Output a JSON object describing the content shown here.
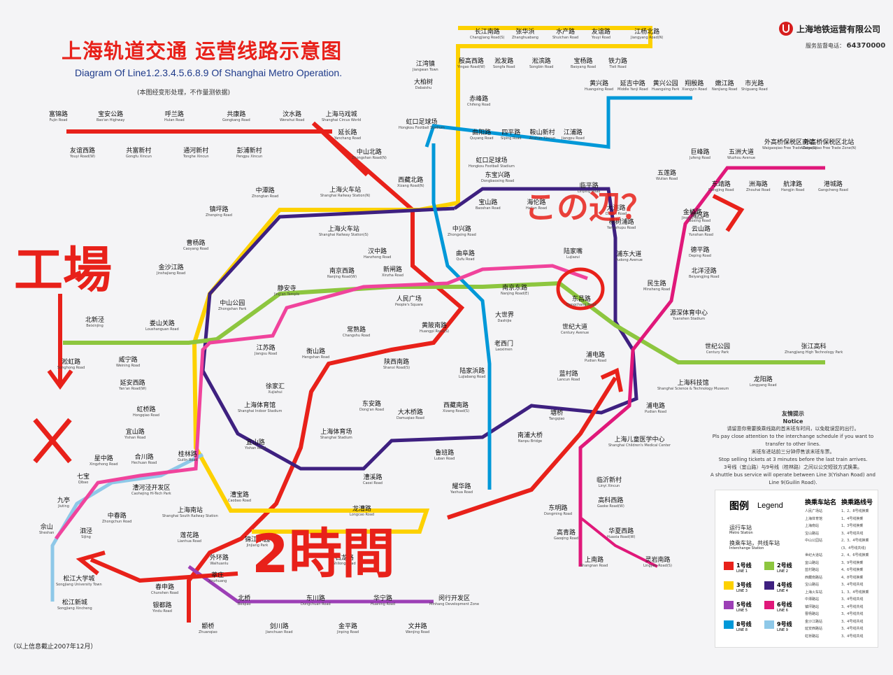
{
  "title_cn": "上海轨道交通 运营线路示意图",
  "title_en": "Diagram Of  Line1.2.3.4.5.6.8.9 Of Shanghai Metro Operation.",
  "note": "(本图经变形处理，不作量测依据)",
  "footnote": "（以上信息截止2007年12月）",
  "company": "上海地铁运营有限公司",
  "hotline_label": "服务监督电话：",
  "hotline": "64370000",
  "notice": {
    "title_cn": "友情提示",
    "title_en": "Notice",
    "line1": "请留意你需要换乘线路的首末班车时间，以免耽误您的出行。",
    "line2": "Pls pay close attention to the interchange schedule if you want to transfer to other lines.",
    "line3": "末班车进站前三分钟停售该末班车票。",
    "line4": "Stop selling tickets at 3 minutes before the last train arrives.",
    "line5": "3号线（宜山路）与9号线（桂林路）之间以公交短驳方式换乘。",
    "line6": "A shuttle bus service will operate between Line 3(Yishan Road) and Line 9(Guilin Road)."
  },
  "legend": {
    "title": "图例",
    "title_en": "Legend",
    "station_cn": "运行车站",
    "station_en": "Metro Station",
    "interchange_cn": "换乘车站，共线车站",
    "interchange_en": "Interchange Station",
    "lines": [
      {
        "cn": "1号线",
        "en": "LINE 1",
        "color": "#e8211a"
      },
      {
        "cn": "2号线",
        "en": "LINE 2",
        "color": "#8dc63f"
      },
      {
        "cn": "3号线",
        "en": "LINE 3",
        "color": "#fdd100"
      },
      {
        "cn": "4号线",
        "en": "LINE 4",
        "color": "#3e2080"
      },
      {
        "cn": "5号线",
        "en": "LINE 5",
        "color": "#9c3fb6"
      },
      {
        "cn": "6号线",
        "en": "LINE 6",
        "color": "#e0187a"
      },
      {
        "cn": "8号线",
        "en": "LINE 8",
        "color": "#0098d8"
      },
      {
        "cn": "9号线",
        "en": "LINE 9",
        "color": "#8ec8e8"
      }
    ],
    "xfer_head_station": "换乘车站名",
    "xfer_head_lines": "换乘路线号",
    "xfer_rows": [
      {
        "s": "人民广场站",
        "l": "1、2、8号线换乘"
      },
      {
        "s": "上海体育馆",
        "l": "1、4号线换乘"
      },
      {
        "s": "上海南站",
        "l": "1、3号线换乘"
      },
      {
        "s": "宝山路站",
        "l": "3、4号线共线"
      },
      {
        "s": "中山公园站",
        "l": "2、3、4号线换乘"
      },
      {
        "s": "",
        "l": "(3、4号线共线)"
      },
      {
        "s": "世纪大道站",
        "l": "2、4、6号线换乘"
      },
      {
        "s": "宜山路站",
        "l": "3、9号线换乘"
      },
      {
        "s": "蓝村路站",
        "l": "4、6号线换乘"
      },
      {
        "s": "西藏南路站",
        "l": "4、8号线换乘"
      },
      {
        "s": "宝山路站",
        "l": "3、4号线共线"
      },
      {
        "s": "上海火车站",
        "l": "1、3、4号线换乘"
      },
      {
        "s": "中潭路站",
        "l": "3、4号线共线"
      },
      {
        "s": "镇坪路站",
        "l": "3、4号线共线"
      },
      {
        "s": "曹杨路站",
        "l": "3、4号线共线"
      },
      {
        "s": "金沙江路站",
        "l": "3、4号线共线"
      },
      {
        "s": "延安西路站",
        "l": "3、4号线共线"
      },
      {
        "s": "虹桥路站",
        "l": "3、4号线共线"
      }
    ]
  },
  "stations": [
    {
      "cn": "富锦路",
      "en": "Fujin Road"
    },
    {
      "cn": "宝安公路",
      "en": "Bao'an Highway"
    },
    {
      "cn": "呼兰路",
      "en": "Hulan Road"
    },
    {
      "cn": "共康路",
      "en": "Gongkang Road"
    },
    {
      "cn": "汶水路",
      "en": "Wenshui Road"
    },
    {
      "cn": "上海马戏城",
      "en": "Shanghai Circus World"
    },
    {
      "cn": "友谊西路",
      "en": "Youyi Road(W)"
    },
    {
      "cn": "共富新村",
      "en": "Gongfu Xincun"
    },
    {
      "cn": "通河新村",
      "en": "Tonghe Xincun"
    },
    {
      "cn": "彭浦新村",
      "en": "Pengpu Xincun"
    },
    {
      "cn": "延长路",
      "en": "Yanchang Road"
    },
    {
      "cn": "中山北路",
      "en": "Zhongshan Road(N)"
    },
    {
      "cn": "长江南路",
      "en": "Changjiang Road(S)"
    },
    {
      "cn": "张华浜",
      "en": "Zhanghuabang"
    },
    {
      "cn": "水产路",
      "en": "Shuichan Road"
    },
    {
      "cn": "友谊路",
      "en": "Youyi Road"
    },
    {
      "cn": "江杨北路",
      "en": "Jiangyang Road(N)"
    },
    {
      "cn": "殷高西路",
      "en": "Yingao Road(W)"
    },
    {
      "cn": "淞发路",
      "en": "Songfa Road"
    },
    {
      "cn": "淞滨路",
      "en": "Songbin Road"
    },
    {
      "cn": "宝杨路",
      "en": "Baoyang Road"
    },
    {
      "cn": "铁力路",
      "en": "Tieli Road"
    },
    {
      "cn": "江湾镇",
      "en": "Jiangwan Town"
    },
    {
      "cn": "大柏树",
      "en": "Dabaishu"
    },
    {
      "cn": "赤峰路",
      "en": "Chifeng Road"
    },
    {
      "cn": "黄兴路",
      "en": "Huangxing Road"
    },
    {
      "cn": "延吉中路",
      "en": "Middle Yanji Road"
    },
    {
      "cn": "黄兴公园",
      "en": "Huangxing Park"
    },
    {
      "cn": "翔殷路",
      "en": "Xiangyin Road"
    },
    {
      "cn": "嫩江路",
      "en": "Nenjiang Road"
    },
    {
      "cn": "市光路",
      "en": "Shiguang Road"
    },
    {
      "cn": "虹口足球场",
      "en": "Hongkou Football Stadium"
    },
    {
      "cn": "曲阳路",
      "en": "Quyang Road"
    },
    {
      "cn": "四平路",
      "en": "Siping Road"
    },
    {
      "cn": "鞍山新村",
      "en": "Anshan Xincun"
    },
    {
      "cn": "江浦路",
      "en": "Jiangpu Road"
    },
    {
      "cn": "虹口足球场",
      "en": "Hongkou Football Stadium"
    },
    {
      "cn": "东宝兴路",
      "en": "Dongbaoxing Road"
    },
    {
      "cn": "西藏北路",
      "en": "Xizang Road(N)"
    },
    {
      "cn": "宝山路",
      "en": "Baoshan Road"
    },
    {
      "cn": "海伦路",
      "en": "Hailun Road"
    },
    {
      "cn": "临平路",
      "en": "Linping Road"
    },
    {
      "cn": "大连路",
      "en": "Dalian Road"
    },
    {
      "cn": "杨树浦路",
      "en": "Yangshupu Road"
    },
    {
      "cn": "浦东大道",
      "en": "Pudong Avenue"
    },
    {
      "cn": "巨峰路",
      "en": "Jufeng Road"
    },
    {
      "cn": "五洲大道",
      "en": "Wuzhou Avenue"
    },
    {
      "cn": "外高桥保税区南站",
      "en": "Waigaoqiao Free Trade Zone(S)"
    },
    {
      "cn": "外高桥保税区北站",
      "en": "Waigaoqiao Free Trade Zone(N)"
    },
    {
      "cn": "五莲路",
      "en": "Wulian Road"
    },
    {
      "cn": "东靖路",
      "en": "Dongjing Road"
    },
    {
      "cn": "洲海路",
      "en": "Zhouhai Road"
    },
    {
      "cn": "航津路",
      "en": "Hangjin Road"
    },
    {
      "cn": "港城路",
      "en": "Gangcheng Road"
    },
    {
      "cn": "博兴路",
      "en": "Boxing Road"
    },
    {
      "cn": "金桥路",
      "en": "Jinqiao Road"
    },
    {
      "cn": "云山路",
      "en": "Yunshan Road"
    },
    {
      "cn": "德平路",
      "en": "Deping Road"
    },
    {
      "cn": "北洋泾路",
      "en": "Beiyangjing Road"
    },
    {
      "cn": "民生路",
      "en": "Minsheng Road"
    },
    {
      "cn": "源深体育中心",
      "en": "Yuanshen Stadium"
    },
    {
      "cn": "中潭路",
      "en": "Zhongtan Road"
    },
    {
      "cn": "镇坪路",
      "en": "Zhenping Road"
    },
    {
      "cn": "曹杨路",
      "en": "Caoyang Road"
    },
    {
      "cn": "金沙江路",
      "en": "Jinshajiang Road"
    },
    {
      "cn": "中山公园",
      "en": "Zhongshan Park"
    },
    {
      "cn": "上海火车站",
      "en": "Shanghai Railway Station(N)"
    },
    {
      "cn": "上海火车站",
      "en": "Shanghai Railway Station(S)"
    },
    {
      "cn": "中兴路",
      "en": "Zhongxing Road"
    },
    {
      "cn": "曲阜路",
      "en": "Qufu Road"
    },
    {
      "cn": "汉中路",
      "en": "Hanzhong Road"
    },
    {
      "cn": "新闸路",
      "en": "Xinzha Road"
    },
    {
      "cn": "北新泾",
      "en": "Beixinjing"
    },
    {
      "cn": "娄山关路",
      "en": "Loushanguan Road"
    },
    {
      "cn": "淞虹路",
      "en": "Songhong Road"
    },
    {
      "cn": "威宁路",
      "en": "Weining Road"
    },
    {
      "cn": "江苏路",
      "en": "Jiangsu Road"
    },
    {
      "cn": "静安寺",
      "en": "Jing'an Temple"
    },
    {
      "cn": "南京西路",
      "en": "Nanjing Road(W)"
    },
    {
      "cn": "人民广场",
      "en": "People's Square"
    },
    {
      "cn": "南京东路",
      "en": "Nanjing Road(E)"
    },
    {
      "cn": "陆家嘴",
      "en": "Lujiazui"
    },
    {
      "cn": "东昌路",
      "en": "Dongchang Road"
    },
    {
      "cn": "世纪大道",
      "en": "Century Avenue"
    },
    {
      "cn": "上海科技馆",
      "en": "Shanghai Science & Technology Museum"
    },
    {
      "cn": "世纪公园",
      "en": "Century Park"
    },
    {
      "cn": "龙阳路",
      "en": "Longyang Road"
    },
    {
      "cn": "张江高科",
      "en": "Zhangjiang High Technology Park"
    },
    {
      "cn": "延安西路",
      "en": "Yan'an Road(W)"
    },
    {
      "cn": "虹桥路",
      "en": "Hongqiao Road"
    },
    {
      "cn": "宜山路",
      "en": "Yishan Road"
    },
    {
      "cn": "常熟路",
      "en": "Changshu Road"
    },
    {
      "cn": "黄陂南路",
      "en": "Huangpi Road(S)"
    },
    {
      "cn": "陕西南路",
      "en": "Shanxi Road(S)"
    },
    {
      "cn": "衡山路",
      "en": "Hengshan Road"
    },
    {
      "cn": "徐家汇",
      "en": "Xujiahui"
    },
    {
      "cn": "大世界",
      "en": "Dashijie"
    },
    {
      "cn": "老西门",
      "en": "Laoximen"
    },
    {
      "cn": "陆家浜路",
      "en": "Lujiabang Road"
    },
    {
      "cn": "西藏南路",
      "en": "Xizang Road(S)"
    },
    {
      "cn": "浦电路",
      "en": "Pudian Road"
    },
    {
      "cn": "蓝村路",
      "en": "Lancun Road"
    },
    {
      "cn": "塘桥",
      "en": "Tangqiao"
    },
    {
      "cn": "南浦大桥",
      "en": "Nanpu Bridge"
    },
    {
      "cn": "浦电路",
      "en": "Pudian Road"
    },
    {
      "cn": "上海体育馆",
      "en": "Shanghai Indoor Stadium"
    },
    {
      "cn": "宜山路",
      "en": "Yishan Road"
    },
    {
      "cn": "上海体育场",
      "en": "Shanghai Stadium"
    },
    {
      "cn": "东安路",
      "en": "Dong'an Road"
    },
    {
      "cn": "大木桥路",
      "en": "Damuqiao Road"
    },
    {
      "cn": "鲁班路",
      "en": "Luban Road"
    },
    {
      "cn": "漕溪路",
      "en": "Caoxi Road"
    },
    {
      "cn": "耀华路",
      "en": "Yaohua Road"
    },
    {
      "cn": "上海儿童医学中心",
      "en": "Shanghai Children's Medical Center"
    },
    {
      "cn": "临沂新村",
      "en": "Linyi Xincun"
    },
    {
      "cn": "高科西路",
      "en": "Gaoke Road(W)"
    },
    {
      "cn": "东明路",
      "en": "Dongming Road"
    },
    {
      "cn": "高青路",
      "en": "Gaoqing Road"
    },
    {
      "cn": "华夏西路",
      "en": "Huaxia Road(W)"
    },
    {
      "cn": "上南路",
      "en": "Shangnan Road"
    },
    {
      "cn": "灵岩南路",
      "en": "Lingyan Road(S)"
    },
    {
      "cn": "星中路",
      "en": "Xingzhong Road"
    },
    {
      "cn": "合川路",
      "en": "Hechuan Road"
    },
    {
      "cn": "桂林路",
      "en": "Guilin Road"
    },
    {
      "cn": "漕河泾开发区",
      "en": "Caohejing Hi-Tech Park"
    },
    {
      "cn": "七宝",
      "en": "Qibao"
    },
    {
      "cn": "九亭",
      "en": "Jiuting"
    },
    {
      "cn": "中春路",
      "en": "Zhongchun Road"
    },
    {
      "cn": "泗泾",
      "en": "Sijing"
    },
    {
      "cn": "佘山",
      "en": "Sheshan"
    },
    {
      "cn": "松江大学城",
      "en": "Songjiang University Town"
    },
    {
      "cn": "松江新城",
      "en": "Songjiang Xincheng"
    },
    {
      "cn": "漕宝路",
      "en": "Caobao Road"
    },
    {
      "cn": "龙漕路",
      "en": "Longcao Road"
    },
    {
      "cn": "上海南站",
      "en": "Shanghai South Railway Station"
    },
    {
      "cn": "石龙路",
      "en": "Shilong Road"
    },
    {
      "cn": "莲花路",
      "en": "Lianhua Road"
    },
    {
      "cn": "锦江乐园",
      "en": "Jinjiang Park"
    },
    {
      "cn": "外环路",
      "en": "Waihuanlu"
    },
    {
      "cn": "莘庄",
      "en": "Xinzhuang"
    },
    {
      "cn": "春申路",
      "en": "Chunshen Road"
    },
    {
      "cn": "银都路",
      "en": "Yindu Road"
    },
    {
      "cn": "颛桥",
      "en": "Zhuanqiao"
    },
    {
      "cn": "北桥",
      "en": "Beiqiao"
    },
    {
      "cn": "剑川路",
      "en": "Jianchuan Road"
    },
    {
      "cn": "东川路",
      "en": "Dongchuan Road"
    },
    {
      "cn": "金平路",
      "en": "Jinping Road"
    },
    {
      "cn": "华宁路",
      "en": "Huaning Road"
    },
    {
      "cn": "文井路",
      "en": "Wenjing Road"
    },
    {
      "cn": "闵行开发区",
      "en": "Minhang Development Zone"
    }
  ],
  "annotations": {
    "factory": "工場",
    "time": "2時間",
    "here": "この辺？"
  }
}
